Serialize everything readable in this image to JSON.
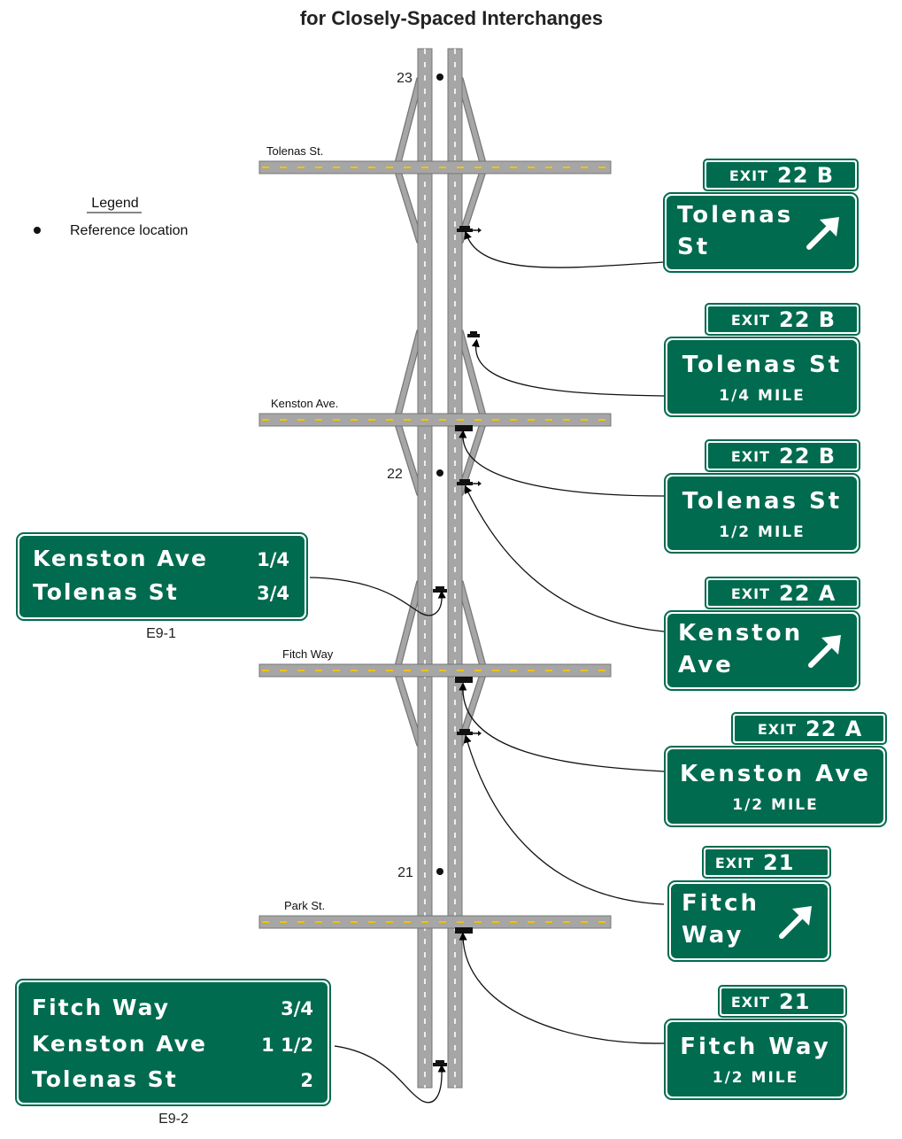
{
  "title": "for Closely-Spaced Interchanges",
  "legend": {
    "title": "Legend",
    "item": "Reference location"
  },
  "cross_streets": [
    "Tolenas St.",
    "Kenston Ave.",
    "Fitch Way",
    "Park St."
  ],
  "reference_points": [
    "23",
    "22",
    "21"
  ],
  "left_signs": [
    {
      "id": "E9-1",
      "rows": [
        {
          "name": "Kenston Ave",
          "dist": "1/4"
        },
        {
          "name": "Tolenas St",
          "dist": "3/4"
        }
      ]
    },
    {
      "id": "E9-2",
      "rows": [
        {
          "name": "Fitch Way",
          "dist": "3/4"
        },
        {
          "name": "Kenston Ave",
          "dist": "1 1/2"
        },
        {
          "name": "Tolenas St",
          "dist": "2"
        }
      ]
    }
  ],
  "right_signs": [
    {
      "exit_word": "EXIT",
      "exit_num": "22 B",
      "lines": [
        "Tolenas",
        "St"
      ],
      "arrow": true
    },
    {
      "exit_word": "EXIT",
      "exit_num": "22 B",
      "lines": [
        "Tolenas St"
      ],
      "dist": "1/4",
      "mile": "MILE"
    },
    {
      "exit_word": "EXIT",
      "exit_num": "22 B",
      "lines": [
        "Tolenas St"
      ],
      "dist": "1/2",
      "mile": "MILE"
    },
    {
      "exit_word": "EXIT",
      "exit_num": "22 A",
      "lines": [
        "Kenston",
        "Ave"
      ],
      "arrow": true
    },
    {
      "exit_word": "EXIT",
      "exit_num": "22 A",
      "lines": [
        "Kenston Ave"
      ],
      "dist": "1/2",
      "mile": "MILE"
    },
    {
      "exit_word": "EXIT",
      "exit_num": "21",
      "lines": [
        "Fitch",
        "Way"
      ],
      "arrow": true
    },
    {
      "exit_word": "EXIT",
      "exit_num": "21",
      "lines": [
        "Fitch Way"
      ],
      "dist": "1/2",
      "mile": "MILE"
    }
  ],
  "colors": {
    "sign_green": "#006b4f",
    "road_gray": "#a6a6a6",
    "lane_yellow": "#f2c200",
    "lane_white": "#ffffff"
  }
}
